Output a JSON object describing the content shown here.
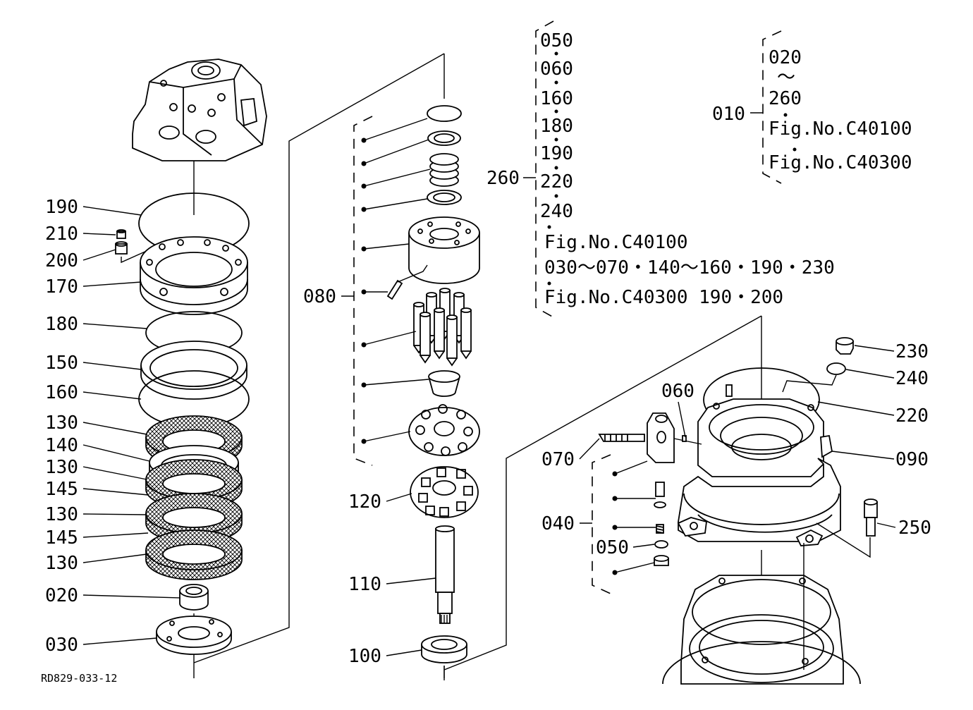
{
  "diagram": {
    "code": "RD829-033-12",
    "left_labels": [
      "190",
      "210",
      "200",
      "170",
      "180",
      "150",
      "160",
      "130",
      "140",
      "130",
      "145",
      "130",
      "145",
      "130",
      "020",
      "030"
    ],
    "center_labels": [
      "080",
      "120",
      "110",
      "100"
    ],
    "right_labels": [
      "060",
      "070",
      "040",
      "050",
      "230",
      "240",
      "220",
      "090",
      "250"
    ],
    "kit_260": {
      "label": "260",
      "items": [
        "050",
        "060",
        "160",
        "180",
        "190",
        "220",
        "240"
      ],
      "fig_ref_1": "Fig.No.C40100",
      "fig_ref_1_items": "030～070・140～160・190・230",
      "fig_ref_2": "Fig.No.C40300  190・200"
    },
    "kit_010": {
      "label": "010",
      "range_start": "020",
      "range_sep": "～",
      "range_end": "260",
      "fig_ref_1": "Fig.No.C40100",
      "fig_ref_2": "Fig.No.C40300"
    }
  }
}
